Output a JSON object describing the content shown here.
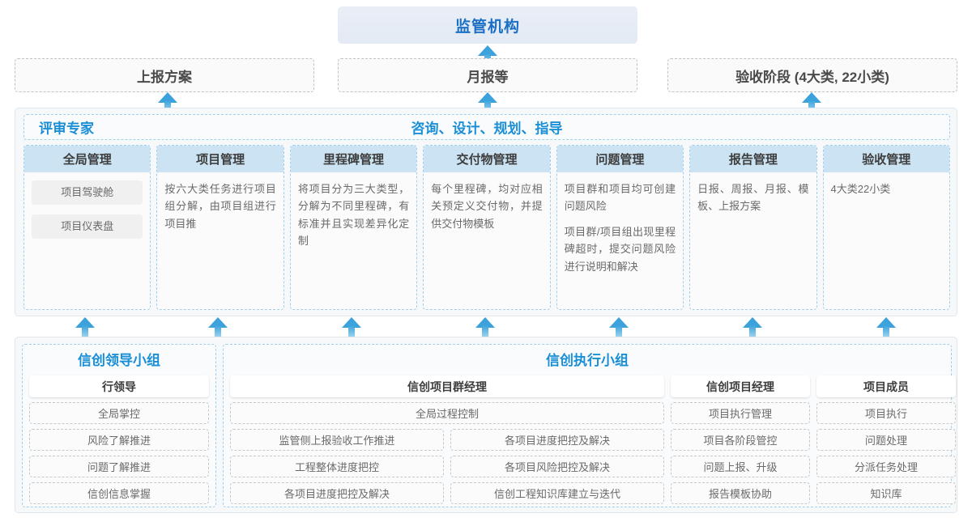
{
  "top": {
    "title": "监管机构"
  },
  "reports": [
    {
      "label": "上报方案"
    },
    {
      "label": "月报等"
    },
    {
      "label": "验收阶段 (4大类, 22小类)"
    }
  ],
  "middle": {
    "expert_label": "评审专家",
    "consult_label": "咨询、设计、规划、指导",
    "columns": [
      {
        "header": "全局管理",
        "pills": [
          "项目驾驶舱",
          "项目仪表盘"
        ],
        "paragraphs": []
      },
      {
        "header": "项目管理",
        "pills": [],
        "paragraphs": [
          "按六大类任务进行项目组分解，由项目组进行项目推"
        ]
      },
      {
        "header": "里程碑管理",
        "pills": [],
        "paragraphs": [
          "将项目分为三大类型，分解为不同里程碑，有标准并且实现差异化定制"
        ]
      },
      {
        "header": "交付物管理",
        "pills": [],
        "paragraphs": [
          "每个里程碑，均对应相关预定义交付物，并提供交付物模板"
        ]
      },
      {
        "header": "问题管理",
        "pills": [],
        "paragraphs": [
          "项目群和项目均可创建问题风险",
          "项目群/项目组出现里程碑超时，提交问题风险进行说明和解决"
        ]
      },
      {
        "header": "报告管理",
        "pills": [],
        "paragraphs": [
          "日报、周报、月报、模板、上报方案"
        ]
      },
      {
        "header": "验收管理",
        "pills": [],
        "paragraphs": [
          "4大类22小类"
        ]
      }
    ]
  },
  "bottom": {
    "leaders": {
      "title": "信创领导小组",
      "role": "行领导",
      "tasks": [
        "全局掌控",
        "风险了解推进",
        "问题了解推进",
        "信创信息掌握"
      ]
    },
    "exec": {
      "title": "信创执行小组",
      "program_manager": {
        "role": "信创项目群经理",
        "full_task": "全局过程控制",
        "left_tasks": [
          "监管侧上报验收工作推进",
          "工程整体进度把控",
          "各项目进度把控及解决"
        ],
        "right_tasks": [
          "各项目进度把控及解决",
          "各项目风险把控及解决",
          "信创工程知识库建立与迭代"
        ]
      },
      "project_manager": {
        "role": "信创项目经理",
        "tasks": [
          "项目执行管理",
          "项目各阶段管控",
          "问题上报、升级",
          "报告模板协助"
        ]
      },
      "member": {
        "role": "项目成员",
        "tasks": [
          "项目执行",
          "问题处理",
          "分派任务处理",
          "知识库"
        ]
      }
    }
  },
  "colors": {
    "accent_blue": "#1b8fd6",
    "header_blue": "#1b6fc4",
    "col_header_bg": "#cbe3f2",
    "arrow": "#3ba2dc",
    "panel_bg": "#f7f8f9"
  }
}
